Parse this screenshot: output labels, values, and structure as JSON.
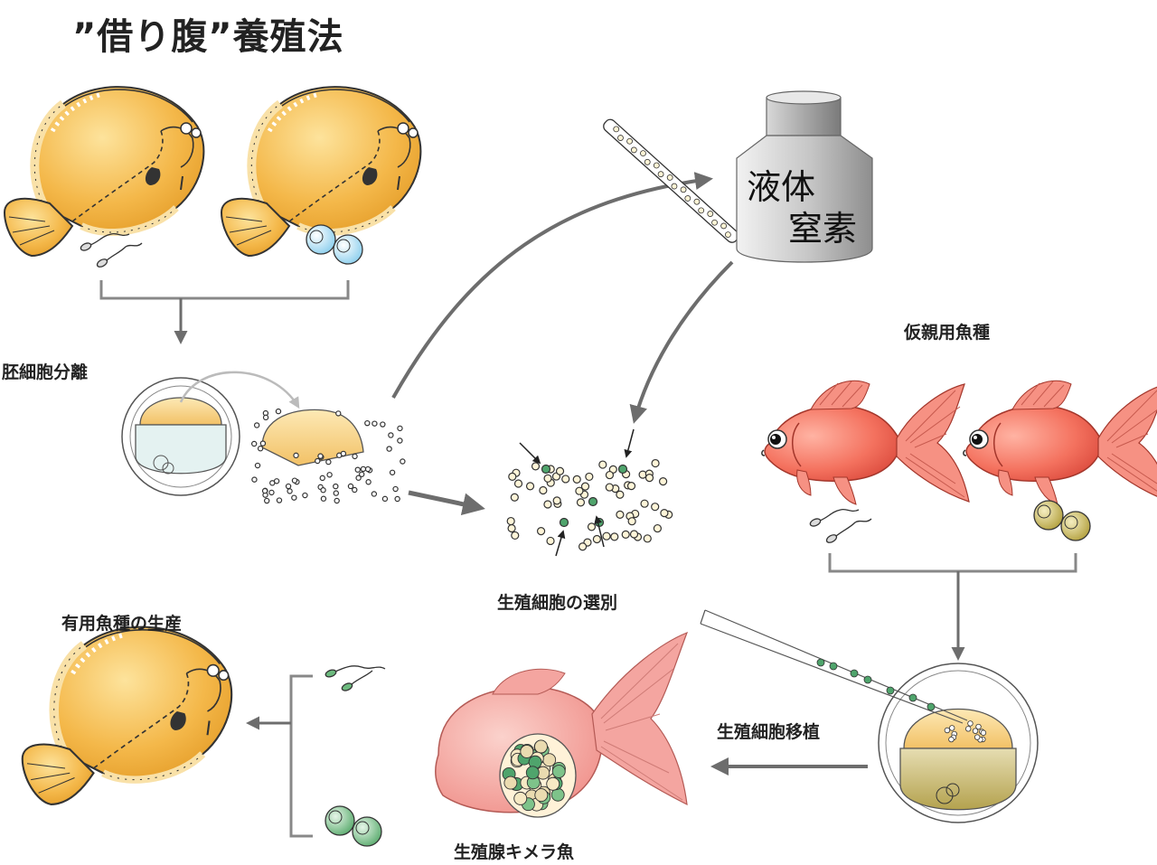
{
  "title": "”借り腹”養殖法",
  "labels": {
    "embryo_separation": "胚細胞分離",
    "liquid_nitrogen_line1": "液体",
    "liquid_nitrogen_line2": "窒素",
    "surrogate_species": "仮親用魚種",
    "germ_cell_selection": "生殖細胞の選別",
    "useful_species_production": "有用魚種の生産",
    "germ_cell_transplant": "生殖細胞移植",
    "gonad_chimera_fish": "生殖腺キメラ魚"
  },
  "icons": {
    "flounder": "flounder-fish-icon",
    "goldfish": "goldfish-icon",
    "sperm": "sperm-icon",
    "egg": "egg-icon",
    "embryo": "embryo-icon",
    "tank": "liquid-nitrogen-tank-icon",
    "straw": "cryo-straw-icon",
    "needle": "micro-injection-needle-icon"
  },
  "colors": {
    "flounder": "#f2b23a",
    "flounder_light": "#fcdb86",
    "goldfish": "#f0655a",
    "chimera": "#f28c8c",
    "egg_blue": "#a8daf0",
    "egg_olive": "#c8b95a",
    "egg_green": "#6cba7e",
    "germ_cell": "#4fa46c",
    "arrow": "#6d6d6d",
    "tank": "#c9c9c9"
  }
}
